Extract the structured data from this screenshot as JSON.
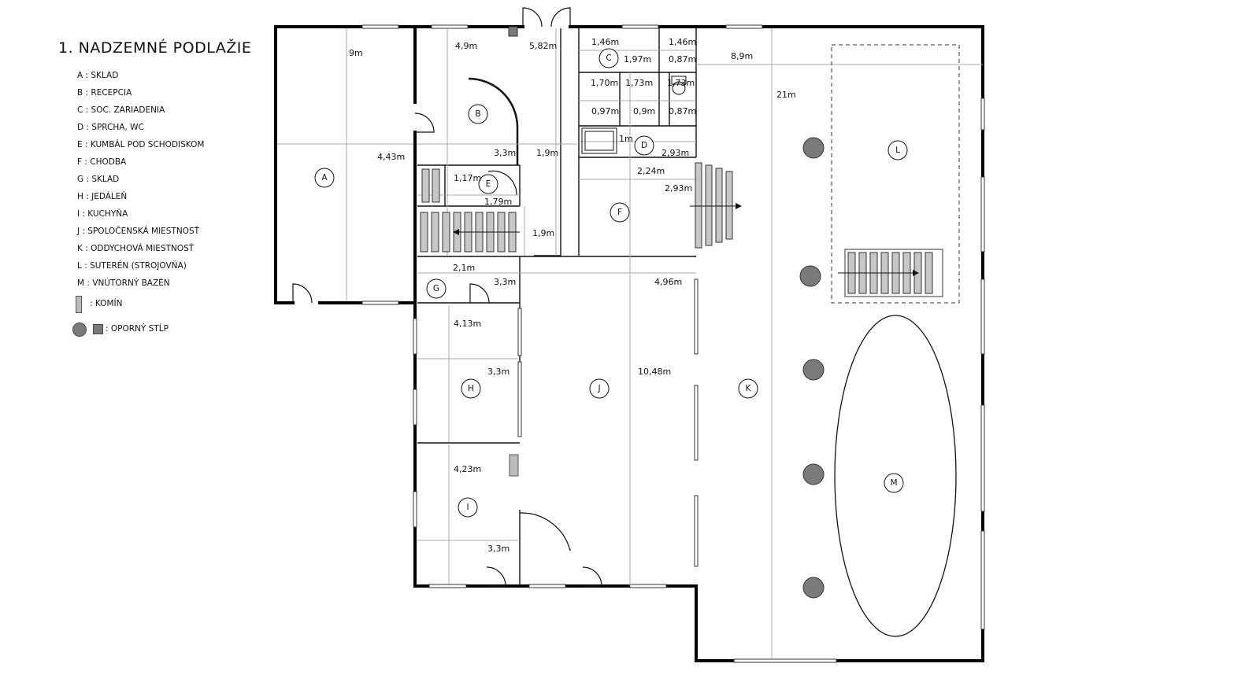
{
  "legend": {
    "title": "1. NADZEMNÉ PODLAŽIE",
    "items": [
      "A : SKLAD",
      "B : RECEPCIA",
      "C : SOC. ZARIADENIA",
      "D : SPRCHA, WC",
      "E : KUMBÁL POD SCHODISKOM",
      "F : CHODBA",
      "G : SKLAD",
      "H : JEDÁLEŇ",
      "I : KUCHYŇA",
      "J : SPOLOČENSKÁ MIESTNOSŤ",
      "K : ODDYCHOVÁ MIESTNOSŤ",
      "L : SUTERÉN (STROJOVŇA)",
      "M : VNÚTORNÝ BAZÉN"
    ],
    "chimney_label": ": KOMÍN",
    "column_label": ": OPORNÝ STĹP"
  },
  "rooms": {
    "A": "A",
    "B": "B",
    "C": "C",
    "D": "D",
    "E": "E",
    "F": "F",
    "G": "G",
    "H": "H",
    "I": "I",
    "J": "J",
    "K": "K",
    "L": "L",
    "M": "M"
  },
  "dimensions": {
    "d_9m": "9m",
    "d_4_43m": "4,43m",
    "d_4_9m": "4,9m",
    "d_5_82m": "5,82m",
    "d_1_46m_a": "1,46m",
    "d_1_46m_b": "1,46m",
    "d_1_97m": "1,97m",
    "d_0_87m_a": "0,87m",
    "d_8_9m": "8,9m",
    "d_1_70m": "1,70m",
    "d_1_73m_a": "1,73m",
    "d_1_73m_b": "1,73m",
    "d_0_97m": "0,97m",
    "d_0_9m": "0,9m",
    "d_0_87m_b": "0,87m",
    "d_21m": "21m",
    "d_3_3m_b": "3,3m",
    "d_1_9m_a": "1,9m",
    "d_1m": "1m",
    "d_2_93m_a": "2,93m",
    "d_2_24m": "2,24m",
    "d_2_93m_b": "2,93m",
    "d_1_17m": "1,17m",
    "d_1_79m": "1,79m",
    "d_1_9m_b": "1,9m",
    "d_2_1m": "2,1m",
    "d_3_3m_g": "3,3m",
    "d_4_96m": "4,96m",
    "d_4_13m": "4,13m",
    "d_3_3m_h": "3,3m",
    "d_10_48m": "10,48m",
    "d_4_23m": "4,23m",
    "d_3_3m_i": "3,3m"
  }
}
